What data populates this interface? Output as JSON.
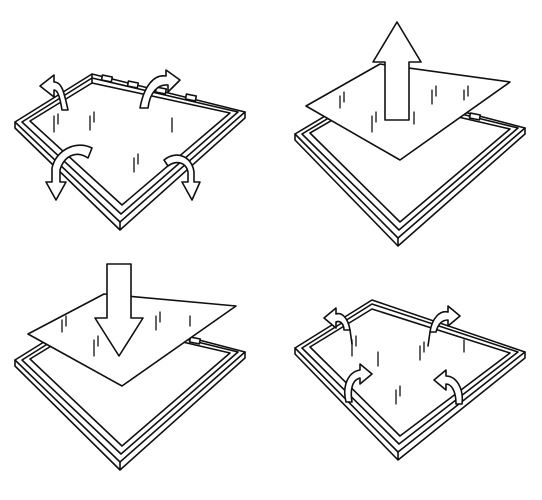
{
  "figure": {
    "description_visible_text": "",
    "line_color": "#111111",
    "background": "#ffffff",
    "panels": [
      {
        "id": "panel-1",
        "step": 1,
        "action": "open-clip-frame",
        "icons": [
          "curved-arrow-icon",
          "curved-arrow-icon",
          "curved-arrow-icon",
          "curved-arrow-icon"
        ]
      },
      {
        "id": "panel-2",
        "step": 2,
        "action": "remove-cover-sheet",
        "icons": [
          "up-arrow-icon"
        ]
      },
      {
        "id": "panel-3",
        "step": 3,
        "action": "insert-poster",
        "icons": [
          "down-arrow-icon"
        ]
      },
      {
        "id": "panel-4",
        "step": 4,
        "action": "close-clip-frame",
        "icons": [
          "curved-arrow-icon",
          "curved-arrow-icon",
          "curved-arrow-icon",
          "curved-arrow-icon"
        ]
      }
    ]
  }
}
